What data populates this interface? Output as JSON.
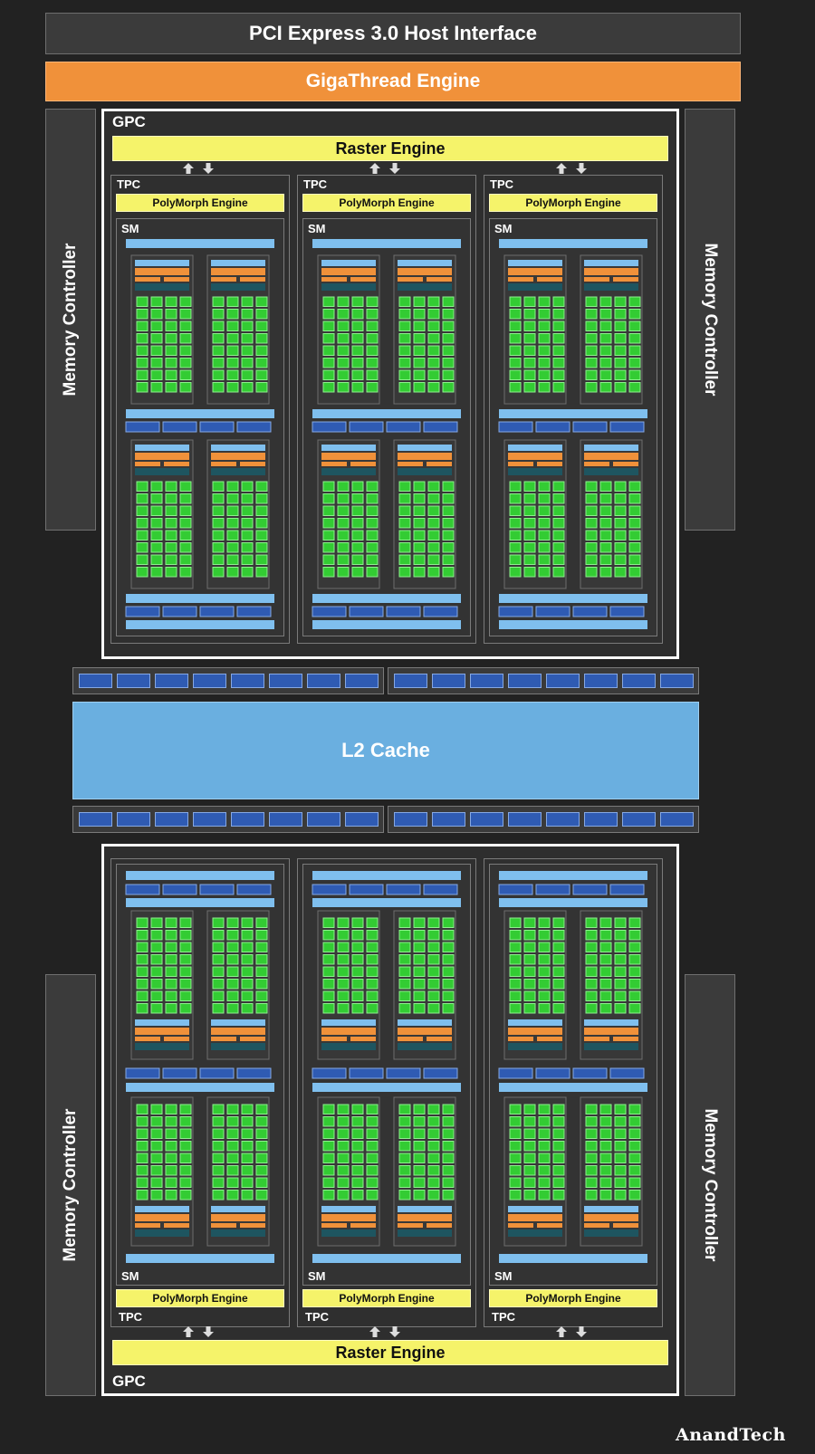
{
  "host_interface": "PCI Express 3.0 Host Interface",
  "gigathread": "GigaThread Engine",
  "memory_controller_label": "Memory Controller",
  "l2_cache": "L2 Cache",
  "gpc_label": "GPC",
  "raster_label": "Raster Engine",
  "tpc_label": "TPC",
  "polymorph_label": "PolyMorph Engine",
  "sm_label": "SM",
  "watermark": "AnandTech",
  "colors": {
    "background": "#222222",
    "gigathread_orange": "#f0913a",
    "raster_yellow": "#f5f36a",
    "cuda_core_green": "#33cc33",
    "cache_light_blue": "#6aafe0",
    "memory_blue": "#2f5bb3",
    "gpc_border": "#ffffff"
  }
}
